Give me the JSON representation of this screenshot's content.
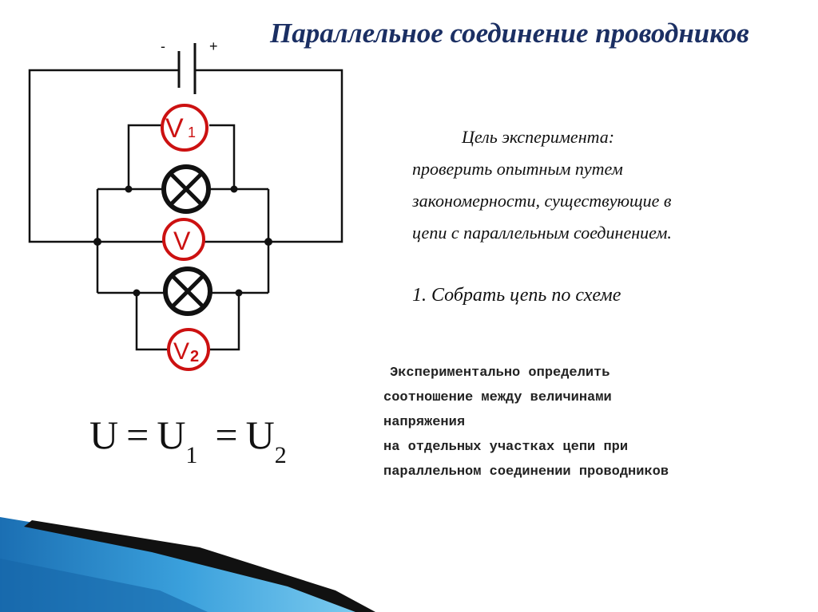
{
  "slide": {
    "title": "Параллельное соединение проводников",
    "goal": {
      "heading": "Цель эксперимента:",
      "lines": [
        "проверить опытным путем",
        "закономерности, существующие в",
        "цепи с параллельным соединением."
      ]
    },
    "step": "1. Собрать цепь по схеме",
    "task_lines": [
      "Экспериментально определить",
      "соотношение между величинами",
      "напряжения",
      "на отдельных участках цепи при",
      "параллельном соединении проводников"
    ],
    "formula": {
      "u": "U",
      "u1_base": "U",
      "u1_sub": "1",
      "u2_base": "U",
      "u2_sub": "2",
      "equals": "="
    },
    "circuit": {
      "battery_minus": "-",
      "battery_plus": "+",
      "voltmeter_1_letter": "V",
      "voltmeter_1_sub": "1",
      "voltmeter_main_letter": "V",
      "voltmeter_2_letter": "V",
      "voltmeter_2_sub": "2",
      "meter_ring_color": "#cc1111",
      "wire_color": "#111111"
    },
    "colors": {
      "title": "#1b2f63",
      "swoosh_dark": "#0b3a78",
      "swoosh_light": "#2f8fd0"
    }
  }
}
